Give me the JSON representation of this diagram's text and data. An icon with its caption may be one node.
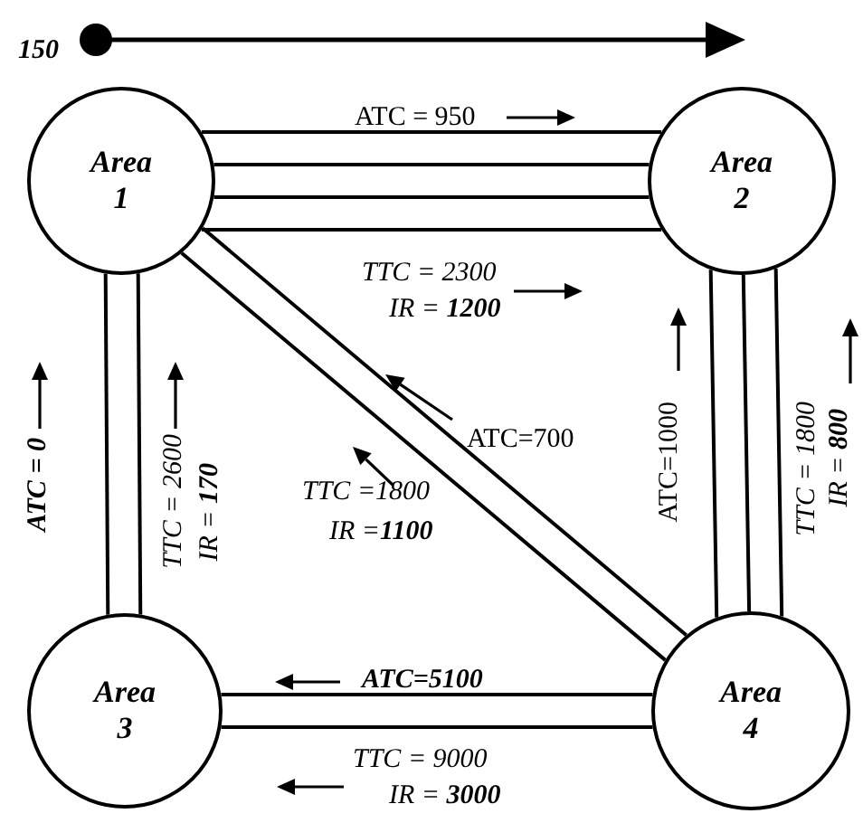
{
  "diagram": {
    "nodes": [
      {
        "text": [
          "Area 1"
        ]
      },
      {
        "text": [
          "Area 2"
        ]
      },
      {
        "text": [
          "Area 3"
        ]
      },
      {
        "text": [
          "Area 4"
        ]
      }
    ],
    "edges": [
      {
        "from": 0,
        "to": 1,
        "arrow": "none"
      },
      {
        "from": 0,
        "to": 1,
        "arrow": "none"
      },
      {
        "from": 0,
        "to": 1,
        "arrow": "none"
      },
      {
        "from": 0,
        "to": 1,
        "arrow": "none"
      },
      {
        "from": 0,
        "to": 2,
        "arrow": "none"
      },
      {
        "from": 0,
        "to": 2,
        "arrow": "none"
      },
      {
        "from": 0,
        "to": 3,
        "arrow": "none"
      },
      {
        "from": 0,
        "to": 3,
        "arrow": "none"
      },
      {
        "from": 1,
        "to": 3,
        "arrow": "none"
      },
      {
        "from": 1,
        "to": 3,
        "arrow": "none"
      },
      {
        "from": 1,
        "to": 3,
        "arrow": "none"
      },
      {
        "from": 2,
        "to": 3,
        "arrow": "none"
      },
      {
        "from": 2,
        "to": 3,
        "arrow": "none"
      }
    ],
    "labels": [
      "150",
      "ATC = 950",
      "TTC = 2300",
      "IR = **1200**",
      "ATC = 0",
      "TTC = 2600",
      "IR = **170**",
      "ATC=700",
      "TTC =1800",
      "IR =**1100**",
      "ATC=1000",
      "TTC = 1800",
      "IR = **800**",
      "ATC=5100",
      "TTC = 9000",
      "IR = **3000**"
    ]
  }
}
